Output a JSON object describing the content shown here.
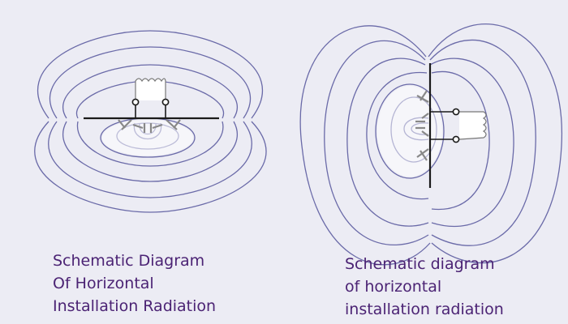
{
  "colors": {
    "background": "#ececf4",
    "field_lines": "#6a6aa8",
    "antenna": "#1a1a1a",
    "component": "#888888",
    "caption_text": "#4b2374"
  },
  "captions": {
    "left": [
      "Schematic Diagram",
      "Of Horizontal",
      "Installation Radiation"
    ],
    "right": [
      "Schematic diagram",
      "of horizontal",
      "installation radiation"
    ]
  }
}
